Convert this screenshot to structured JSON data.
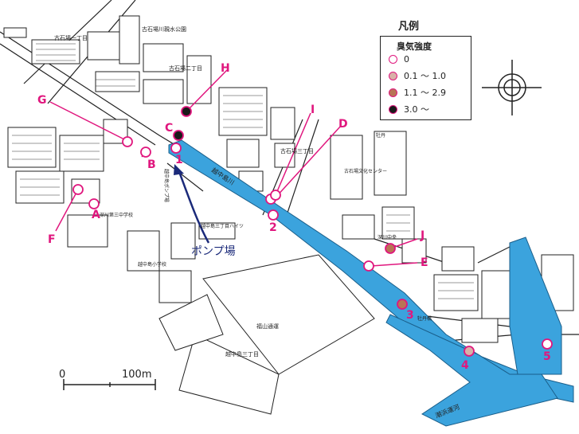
{
  "legend": {
    "title": "凡例",
    "heading": "臭気強度",
    "items": [
      {
        "label": "0",
        "fill": "#ffffff",
        "stroke": "#e0177e"
      },
      {
        "label": "0.1 ～ 1.0",
        "fill": "#d9b0a8",
        "stroke": "#e0177e"
      },
      {
        "label": "1.1 ～ 2.9",
        "fill": "#b87455",
        "stroke": "#e0177e"
      },
      {
        "label": "3.0 ～",
        "fill": "#1a1a1a",
        "stroke": "#e0177e"
      }
    ]
  },
  "scale_bar": {
    "start": "0",
    "end": "100m"
  },
  "pump_label": "ポンプ場",
  "colors": {
    "water": "#3ba3dd",
    "magenta": "#e0177e",
    "pump_arrow": "#1b2a7a"
  },
  "place_labels": {
    "park": "古石場川親水公園",
    "koishiba1": "古石場一丁目",
    "koishiba2": "古石場二丁目",
    "koishiba3": "古石場三丁目",
    "culture_center": "古石場文化センター",
    "fukagawa3": "深川第三中学校",
    "etchujima_elem": "越中島小学校",
    "etchujima_pump": "越中島ポンプ場",
    "etchujima3": "越中島三丁目",
    "etchujima3_heights": "越中島三丁目ハイツ",
    "canal_name": "越中島川",
    "fukuyama": "福山通運",
    "shiohama": "潮浜運河",
    "botan": "牡丹",
    "fukagawa_chuo": "深川中央",
    "botan_bridge": "牡丹橋"
  },
  "stations": {
    "numbered": [
      "1",
      "2",
      "3",
      "4",
      "5"
    ],
    "lettered": [
      "A",
      "B",
      "C",
      "D",
      "E",
      "F",
      "G",
      "H",
      "I",
      "J"
    ]
  }
}
